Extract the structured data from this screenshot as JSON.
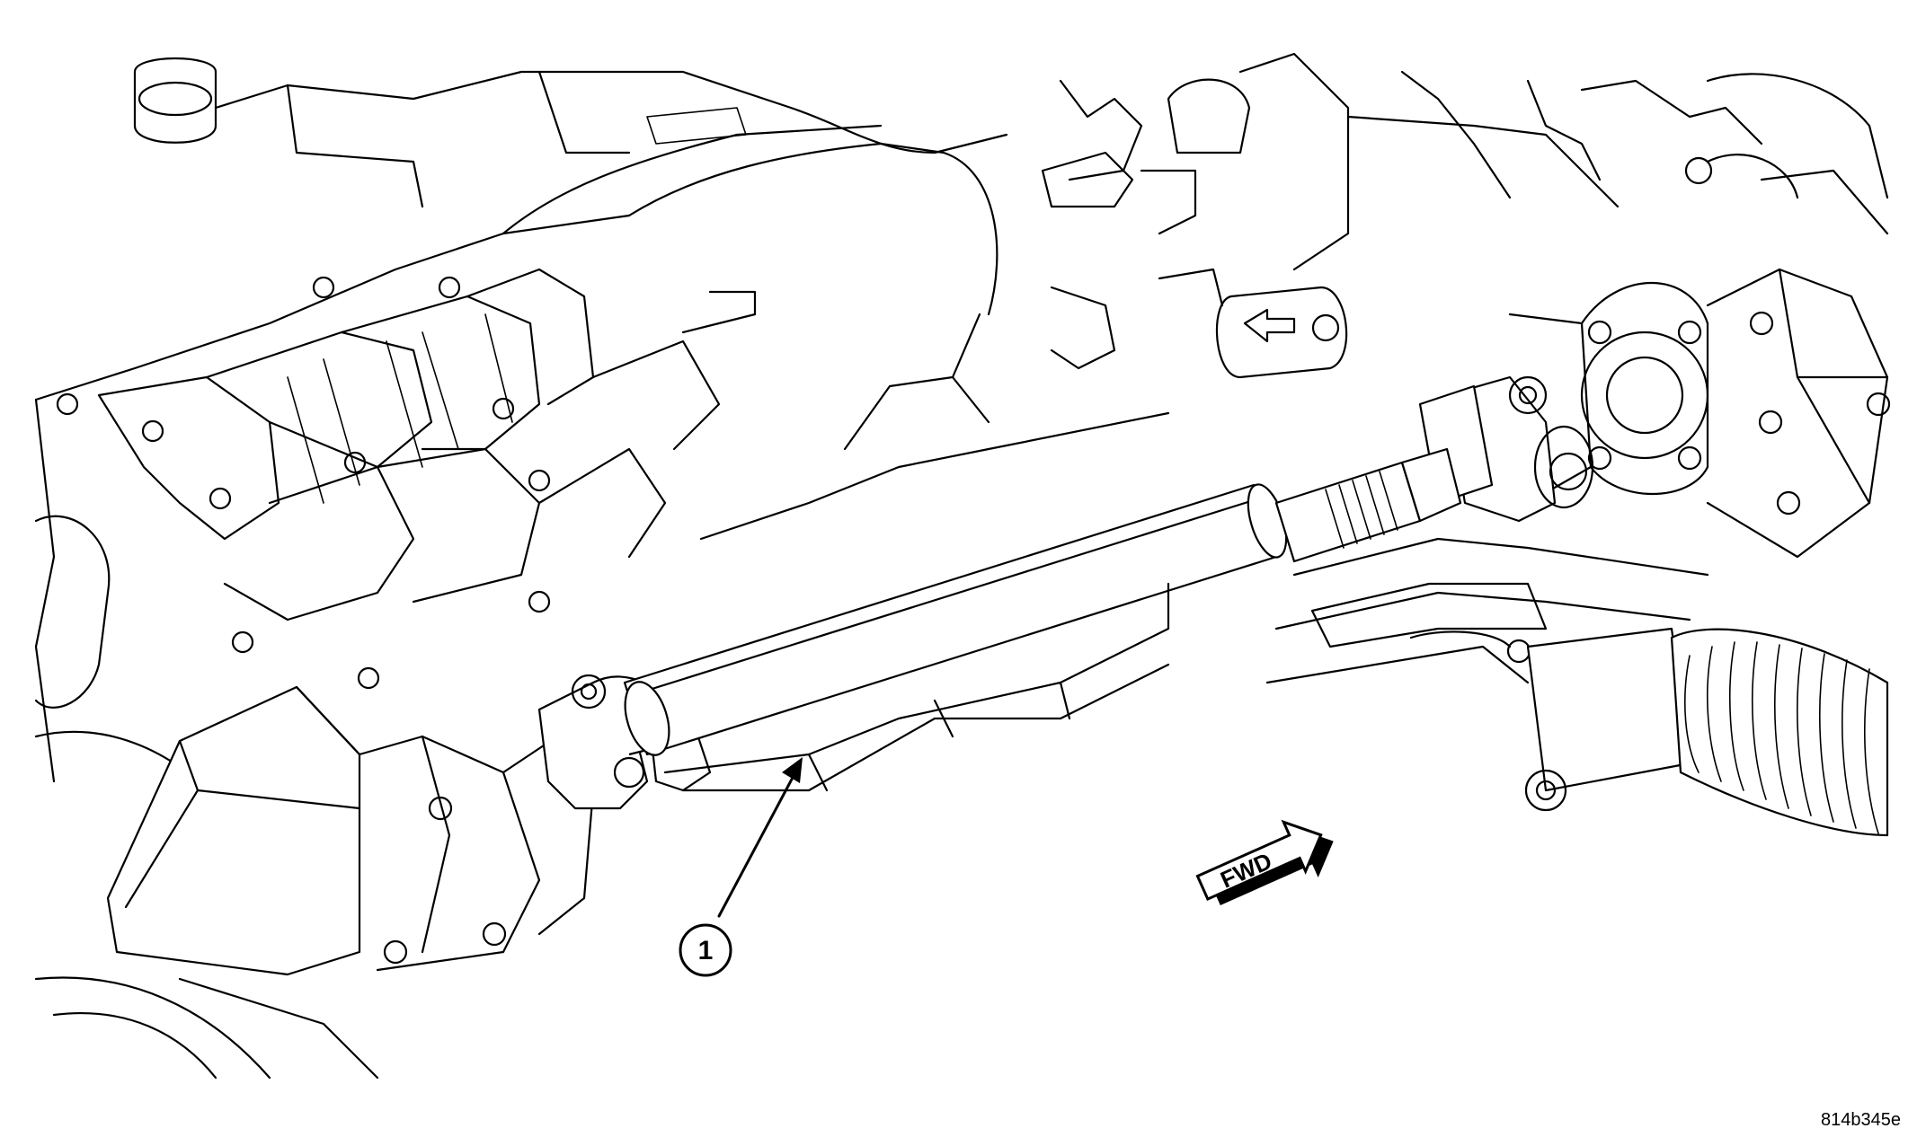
{
  "callout": {
    "number": "1"
  },
  "direction_badge": {
    "label": "FWD"
  },
  "figure_code": "814b345e"
}
